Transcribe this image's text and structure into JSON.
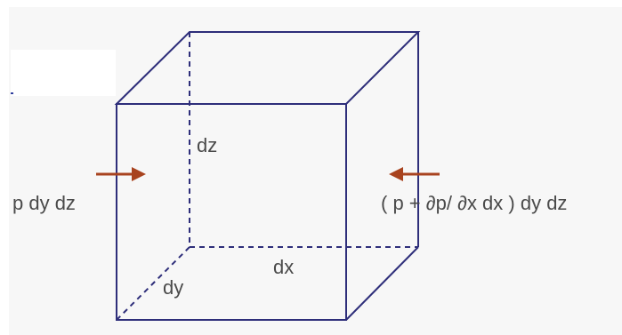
{
  "labels": {
    "dz": "dz",
    "dx": "dx",
    "dy": "dy",
    "left_force": "p dy dz",
    "right_force": "( p + ∂p/ ∂x dx ) dy dz"
  },
  "colors": {
    "edge": "#2e2e7a",
    "arrow": "#a8431f",
    "text": "#4a4a4a"
  }
}
